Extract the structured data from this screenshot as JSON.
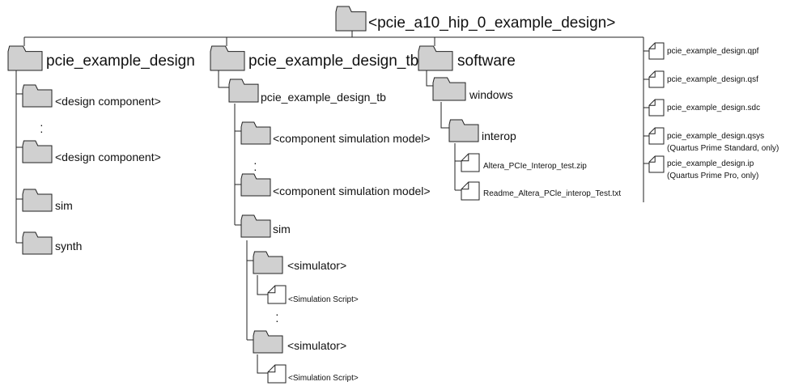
{
  "root": {
    "label": "<pcie_a10_hip_0_example_design>",
    "icon": "folder-icon"
  },
  "top_folders": {
    "pcie_example_design": "pcie_example_design",
    "pcie_example_design_tb": "pcie_example_design_tb",
    "software": "software"
  },
  "design": {
    "component_1": "<design component>",
    "ellipsis": "·",
    "component_2": "<design component>",
    "sim": "sim",
    "synth": "synth"
  },
  "testbench": {
    "tb_folder": "pcie_example_design_tb",
    "model_1": "<component simulation model>",
    "ellipsis": "·",
    "model_2": "<component simulation model>",
    "sim": "sim",
    "simulator_1": "<simulator>",
    "script_1": "<Simulation Script>",
    "simulator_2": "<simulator>",
    "script_2": "<Simulation Script>"
  },
  "software": {
    "windows": "windows",
    "interop": "interop",
    "file_zip": "Altera_PCIe_Interop_test.zip",
    "file_readme": "Readme_Altera_PCle_interop_Test.txt"
  },
  "root_files": {
    "qpf": "pcie_example_design.qpf",
    "qsf": "pcie_example_design.qsf",
    "sdc": "pcie_example_design.sdc",
    "qsys": "pcie_example_design.qsys",
    "qsys_note": "(Quartus Prime Standard, only)",
    "ip": "pcie_example_design.ip",
    "ip_note": "(Quartus Prime Pro, only)"
  },
  "colors": {
    "folder_fill": "#d0d0d0",
    "stroke": "#222222",
    "background": "#ffffff"
  }
}
